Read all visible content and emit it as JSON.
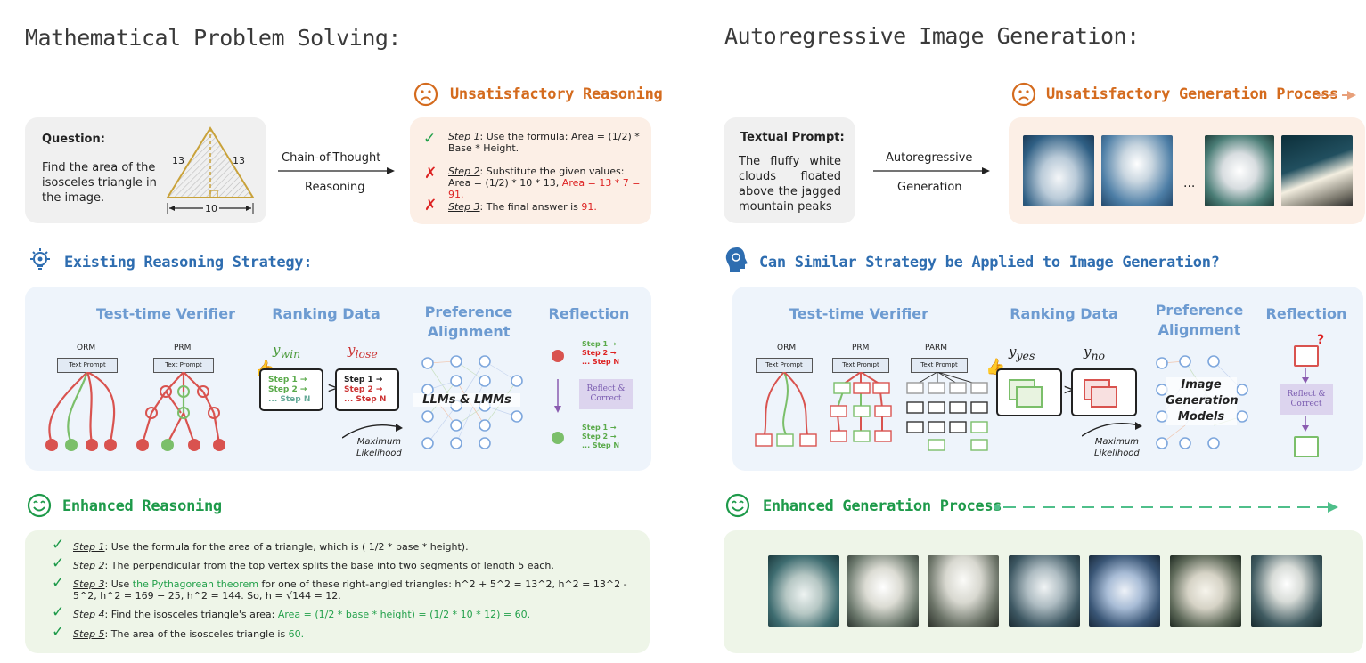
{
  "left": {
    "title": "Mathematical Problem Solving:",
    "question": {
      "label": "Question:",
      "text": "Find the area of the isosceles triangle in the image.",
      "side_a": "13",
      "side_b": "13",
      "base": "10"
    },
    "arrow": {
      "line1": "Chain-of-Thought",
      "line2": "Reasoning"
    },
    "unsat_title": "Unsatisfactory Reasoning",
    "unsat_steps": [
      {
        "mark": "✓",
        "label": "Step 1",
        "text": ": Use the formula: Area = (1/2) * Base * Height.",
        "err": ""
      },
      {
        "mark": "✗",
        "label": "Step 2",
        "text": ": Substitute the given values: Area = (1/2) * 10 * 13,",
        "err": " Area = 13 * 7 = 91."
      },
      {
        "mark": "✗",
        "label": "Step 3",
        "text": ": The final answer is",
        "err": " 91."
      }
    ],
    "strategy_title": "Existing Reasoning Strategy:",
    "cols": {
      "verifier": "Test-time Verifier",
      "ranking": "Ranking Data",
      "pref1": "Preference",
      "pref2": "Alignment",
      "reflection": "Reflection"
    },
    "orm": "ORM",
    "prm": "PRM",
    "text_prompt": "Text Prompt",
    "ywin": "y",
    "ywin_sub": "win",
    "ylose": "y",
    "ylose_sub": "lose",
    "bubble": {
      "s1": "Step 1 →",
      "s2": "Step 2 →",
      "sn": "... Step N"
    },
    "ml1": "Maximum",
    "ml2": "Likelihood",
    "model": "LLMs & LMMs",
    "reflect": "Reflect & Correct",
    "enh_title": "Enhanced Reasoning",
    "enh_steps": [
      {
        "label": "Step 1",
        "pre": ": Use the formula for the area of a triangle, which is ( 1/2 * base * height).",
        "g": "",
        "post": ""
      },
      {
        "label": "Step 2",
        "pre": ": The perpendicular from the top vertex splits the base into two segments of length 5 each.",
        "g": "",
        "post": ""
      },
      {
        "label": "Step 3",
        "pre": ": Use",
        "g": " the Pythagorean theorem",
        "post": " for one of these right-angled triangles: h^2 + 5^2 = 13^2, h^2 = 13^2 - 5^2, h^2 = 169 − 25, h^2 = 144. So, h = √144 = 12."
      },
      {
        "label": "Step 4",
        "pre": ": Find the isosceles triangle's area:",
        "g": " Area = (1/2 * base * height) = (1/2 * 10 * 12) = 60.",
        "post": ""
      },
      {
        "label": "Step 5",
        "pre": ": The area of the isosceles triangle is",
        "g": " 60.",
        "post": ""
      }
    ]
  },
  "right": {
    "title": "Autoregressive Image Generation:",
    "prompt": {
      "label": "Textual Prompt:",
      "text": "The fluffy white clouds floated above the jagged mountain peaks"
    },
    "arrow": {
      "line1": "Autoregressive",
      "line2": "Generation"
    },
    "unsat_title": "Unsatisfactory Generation Process",
    "dots": "...",
    "strategy_title": "Can Similar Strategy be Applied to Image Generation?",
    "cols": {
      "verifier": "Test-time Verifier",
      "ranking": "Ranking Data",
      "pref1": "Preference",
      "pref2": "Alignment",
      "reflection": "Reflection"
    },
    "orm": "ORM",
    "prm": "PRM",
    "parm": "PARM",
    "text_prompt": "Text Prompt",
    "yyes": "y",
    "yyes_sub": "yes",
    "yno": "y",
    "yno_sub": "no",
    "ml1": "Maximum",
    "ml2": "Likelihood",
    "model1": "Image",
    "model2": "Generation",
    "model3": "Models",
    "reflect": "Reflect & Correct",
    "question_mark": "?",
    "enh_title": "Enhanced Generation Process"
  },
  "colors": {
    "orange": "#d46b1e",
    "blue": "#2e6db0",
    "green": "#1e9a4a",
    "red": "#d9534f",
    "lightgreen": "#7bbf6a"
  }
}
